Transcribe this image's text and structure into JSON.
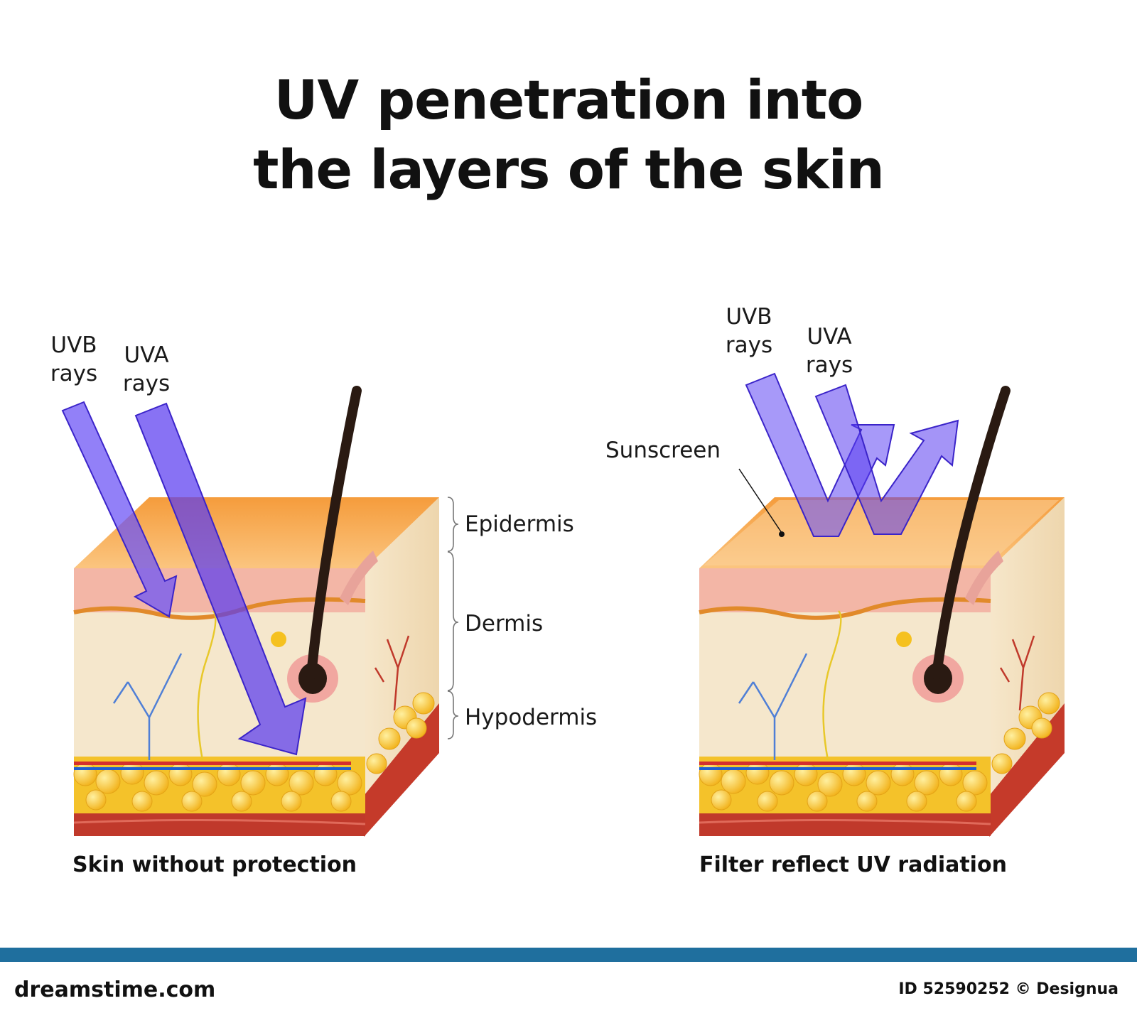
{
  "title": {
    "line1": "UV penetration into",
    "line2": "the layers of the skin"
  },
  "left_panel": {
    "uvb_line1": "UVB",
    "uvb_line2": "rays",
    "uva_line1": "UVA",
    "uva_line2": "rays",
    "caption": "Skin without protection"
  },
  "right_panel": {
    "uvb_line1": "UVB",
    "uvb_line2": "rays",
    "uva_line1": "UVA",
    "uva_line2": "rays",
    "sunscreen_label": "Sunscreen",
    "caption": "Filter reflect UV radiation"
  },
  "layers": {
    "epidermis": "Epidermis",
    "dermis": "Dermis",
    "hypodermis": "Hypodermis"
  },
  "footer": {
    "logo": "dreamstime.com",
    "id_text": "ID 52590252 © Designua"
  },
  "colors": {
    "ray": "#5a3cf0",
    "epidermis_top": "#f7a34a",
    "dermis": "#f4e6c8",
    "fat": "#f6c22c",
    "muscle": "#c62828",
    "footer_bar": "#1f6f9e"
  }
}
